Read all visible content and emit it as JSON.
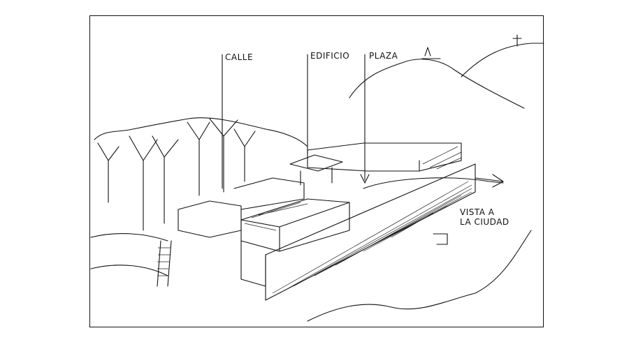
{
  "labels": {
    "calle": "CALLE",
    "edificio": "EDIFICIO",
    "plaza": "PLAZA",
    "vista_line1": "VISTA A",
    "vista_line2": "LA CIUDAD"
  }
}
